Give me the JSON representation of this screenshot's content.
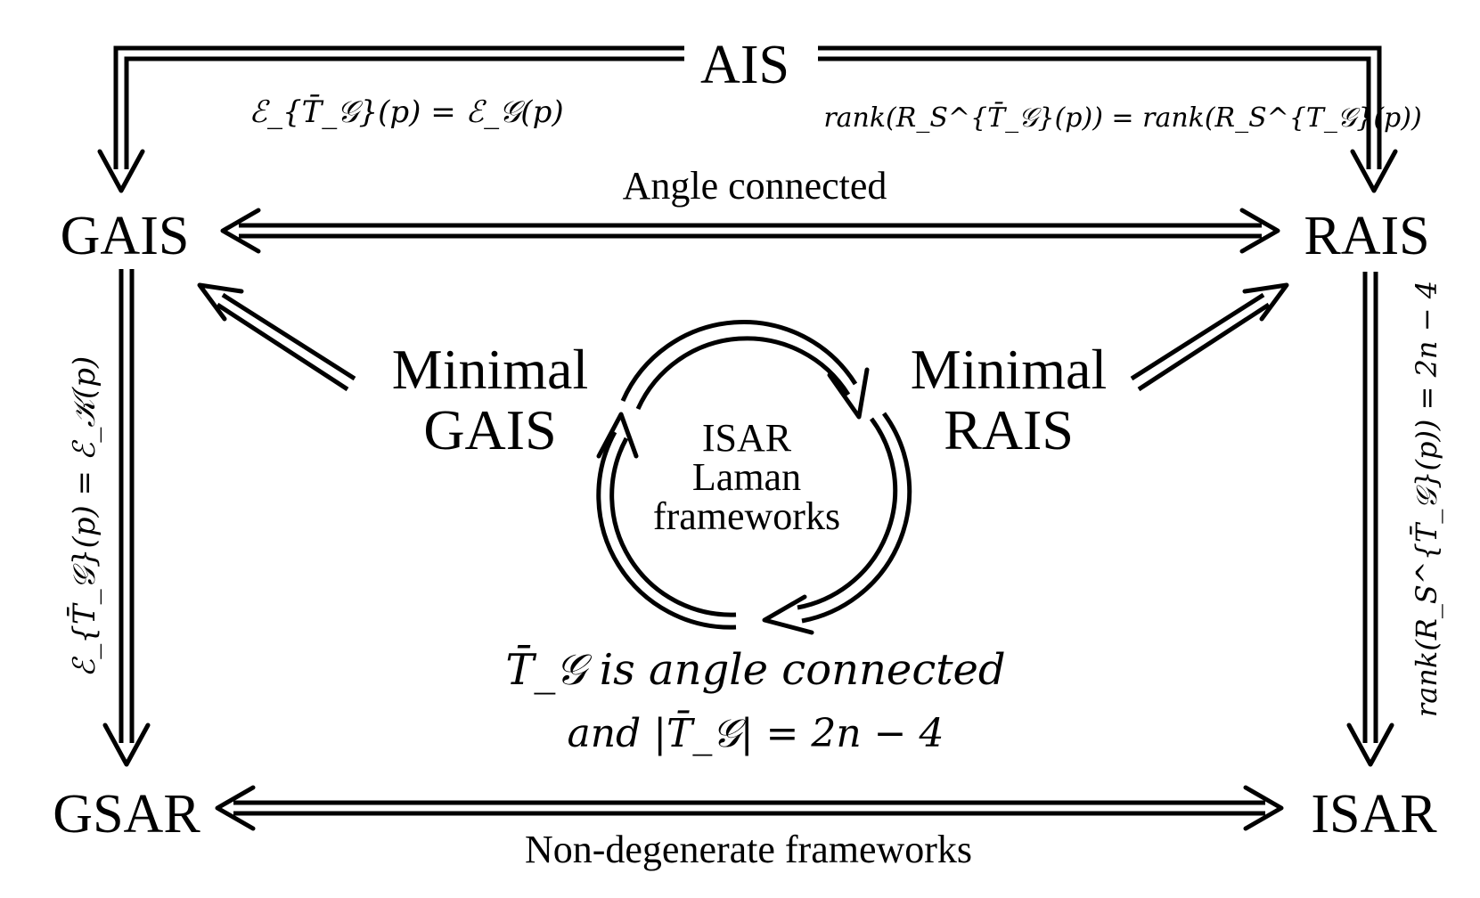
{
  "nodes": {
    "ais": "AIS",
    "gais": "GAIS",
    "rais": "RAIS",
    "gsar": "GSAR",
    "isar": "ISAR",
    "minimal_gais": [
      "Minimal",
      "GAIS"
    ],
    "minimal_rais": [
      "Minimal",
      "RAIS"
    ],
    "center": [
      "ISAR",
      "Laman",
      "frameworks"
    ]
  },
  "edge_labels": {
    "ais_to_gais": "ℰ_{T̄_𝒢}(p) = ℰ_𝒢(p)",
    "ais_to_rais": "rank(R_S^{T̄_𝒢}(p)) = rank(R_S^{T_𝒢}(p))",
    "gais_rais": "Angle connected",
    "gais_to_gsar": "ℰ_{T̄_𝒢}(p) = ℰ_𝒦(p)",
    "rais_to_isar": "rank(R_S^{T̄_𝒢}(p)) = 2n − 4",
    "gsar_isar": "Non-degenerate frameworks",
    "cycle_condition": [
      "T̄_𝒢 is angle connected",
      "and |T̄_𝒢| = 2n − 4"
    ]
  }
}
